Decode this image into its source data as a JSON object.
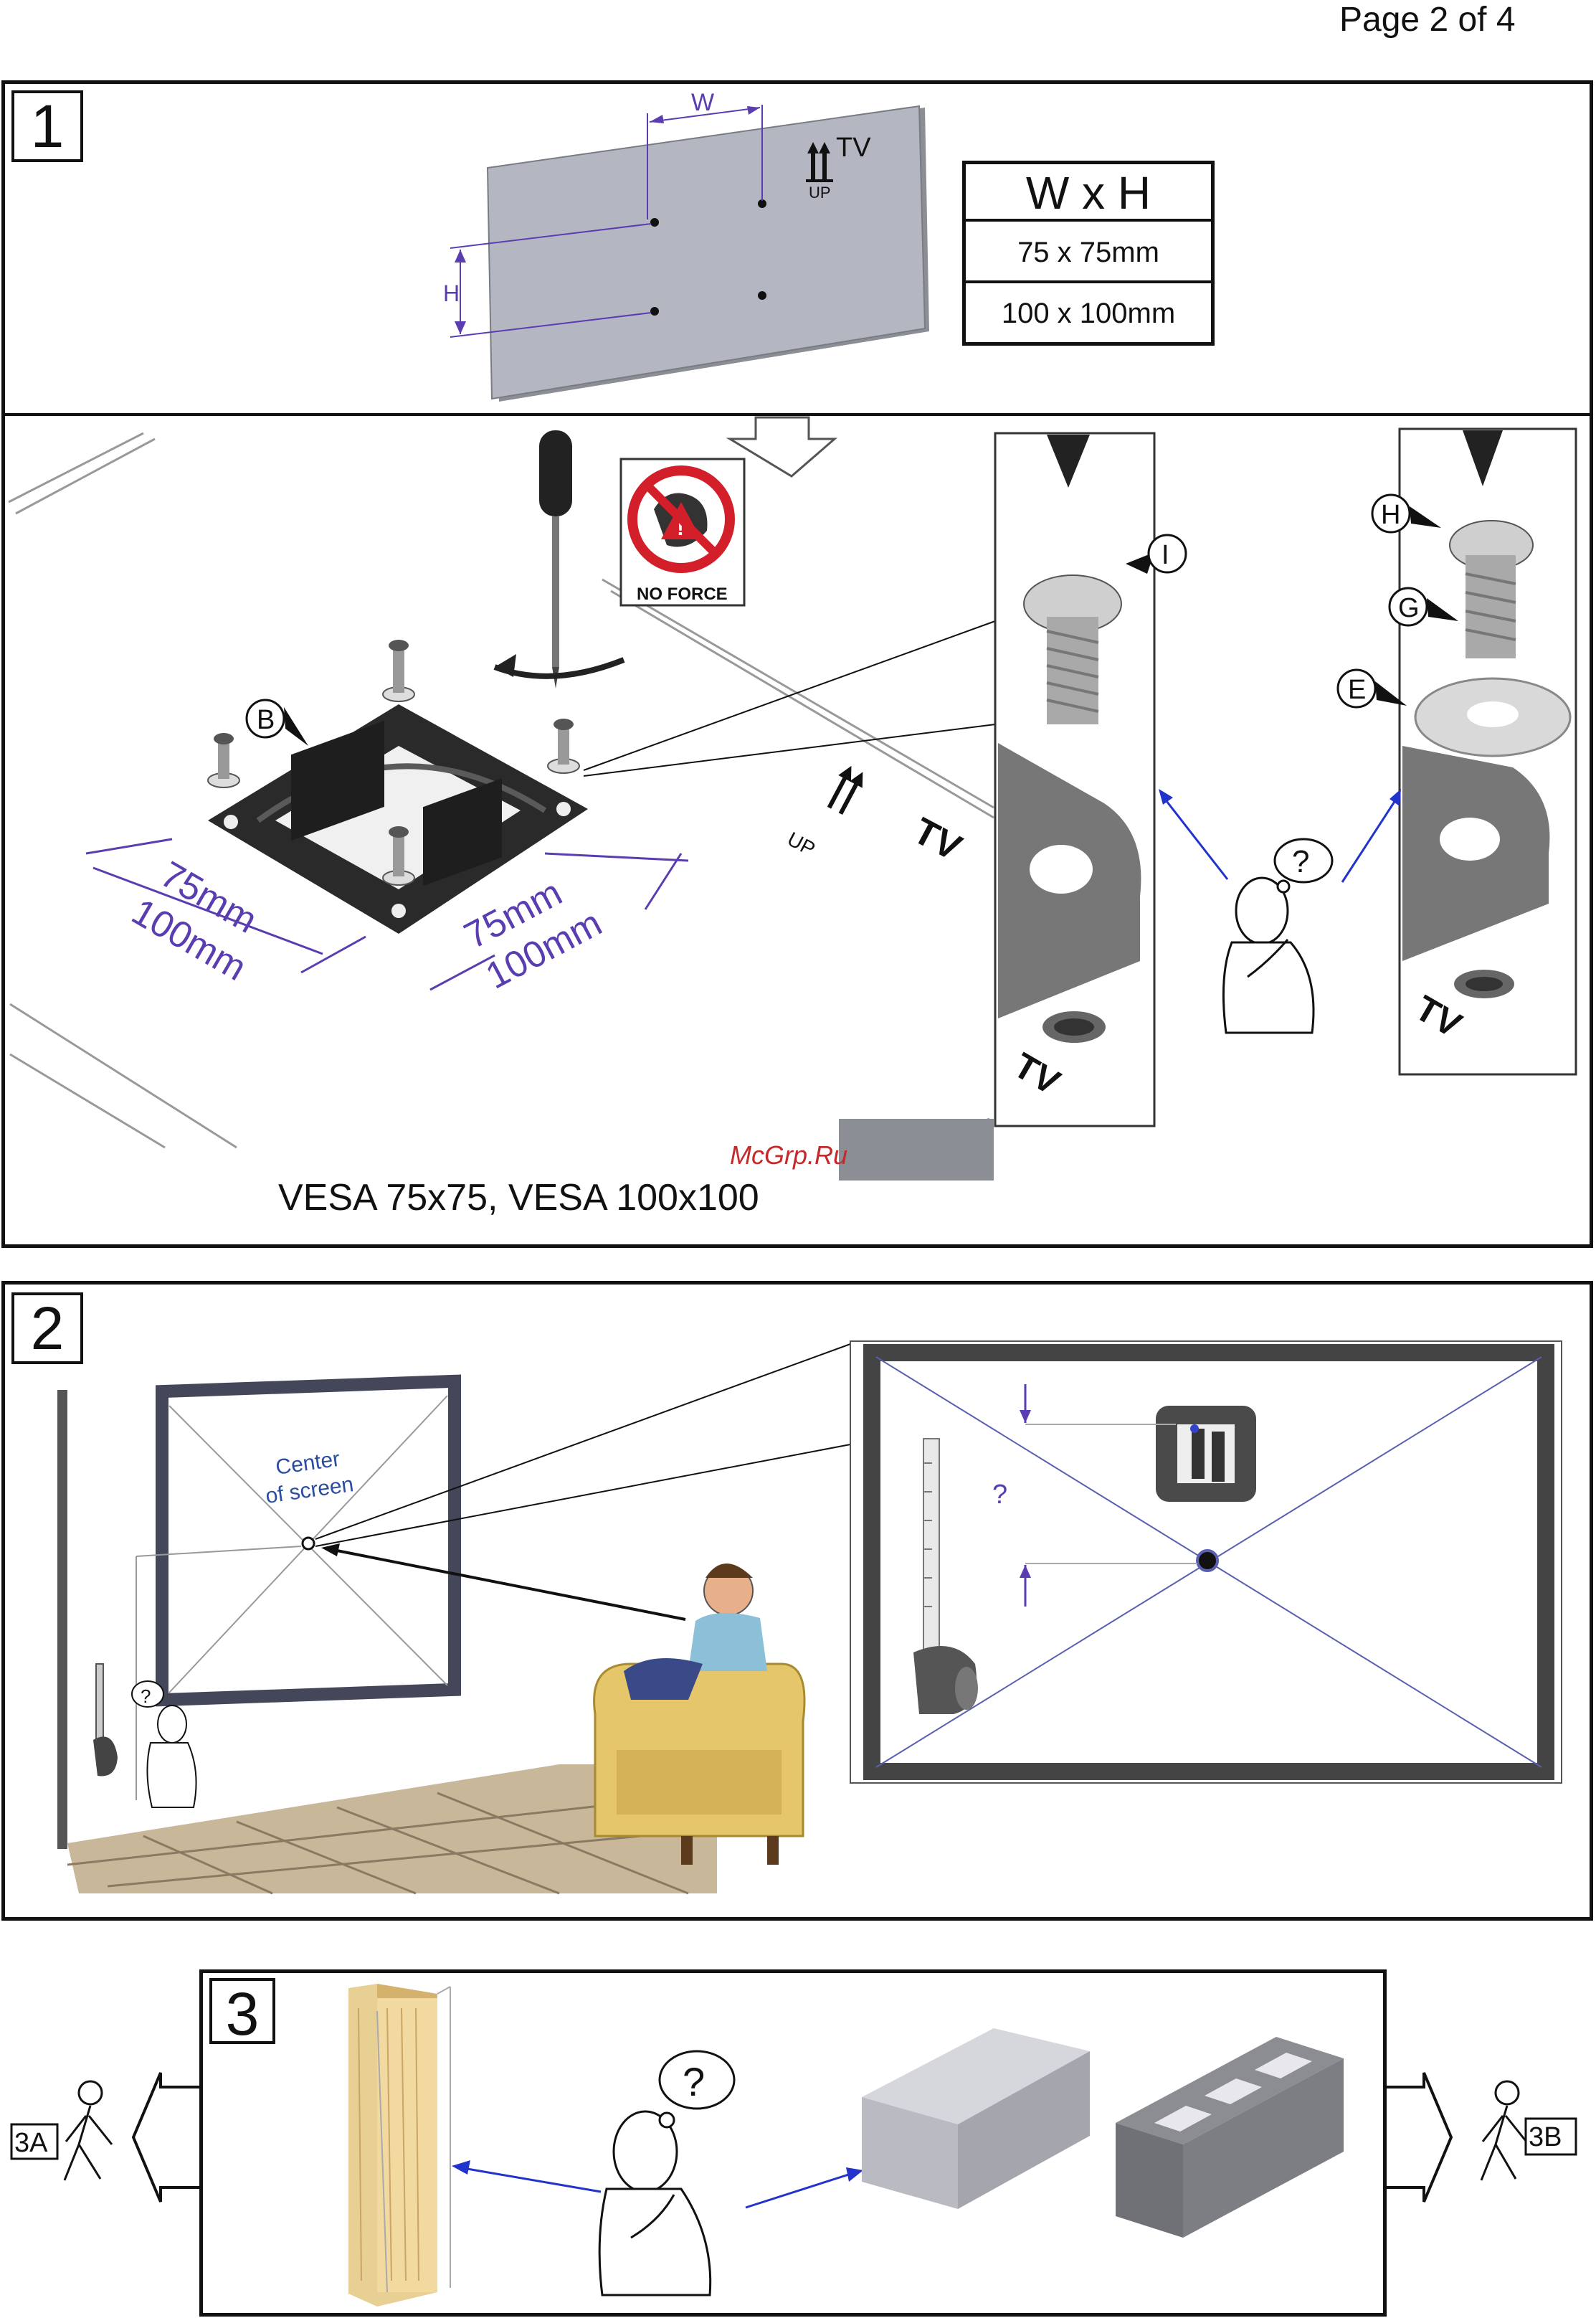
{
  "page": {
    "number_label": "Page 2 of 4"
  },
  "step1": {
    "number": "1",
    "dim_w": "W",
    "dim_h": "H",
    "tv_up_text": "TV",
    "up_text": "UP",
    "spec_table": {
      "header": "W x H",
      "rows": [
        "75 x 75mm",
        "100 x 100mm"
      ]
    },
    "no_force_label": "NO FORCE",
    "part_b": "B",
    "part_i": "I",
    "part_h": "H",
    "part_g": "G",
    "part_e": "E",
    "dim_left_75": "75mm",
    "dim_left_100": "100mm",
    "dim_right_75": "75mm",
    "dim_right_100": "100mm",
    "tv_label": "TV",
    "up_label": "UP",
    "detail_tv_label": "TV",
    "detail2_tv_label": "TV",
    "question_mark": "?",
    "watermark": "McGrp.Ru",
    "caption": "VESA 75x75, VESA 100x100"
  },
  "step2": {
    "number": "2",
    "center_label_line1": "Center",
    "center_label_line2": "of screen",
    "question_mark_small": "?",
    "question_mark_detail": "?"
  },
  "step3": {
    "number": "3",
    "left_target": "3A",
    "right_target": "3B",
    "question_mark": "?"
  }
}
